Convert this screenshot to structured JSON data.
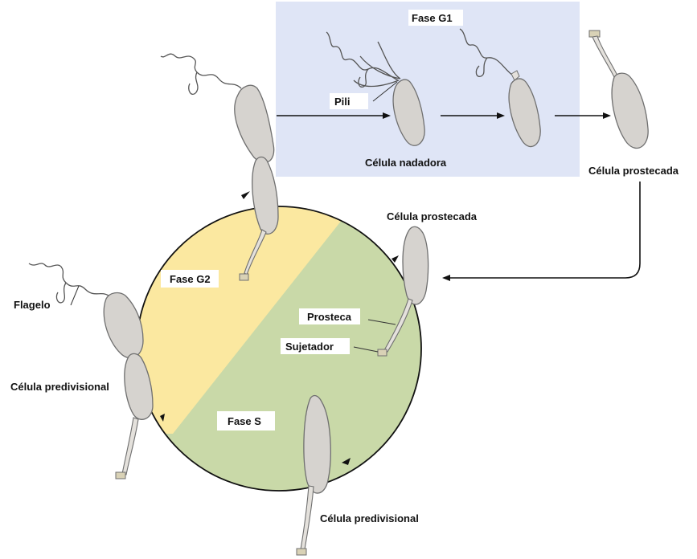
{
  "labels": {
    "g1_phase": "Fase G1",
    "pili": "Pili",
    "swarmer_cell": "Célula nadadora",
    "stalked_cell_top": "Célula prostecada",
    "stalked_cell_cycle": "Célula prostecada",
    "g2_phase": "Fase G2",
    "flagellum": "Flagelo",
    "predivisional_left": "Célula predivisional",
    "stalk": "Prosteca",
    "holdfast": "Sujetador",
    "s_phase": "Fase S",
    "predivisional_bottom": "Célula predivisional"
  },
  "colors": {
    "g1_band": "#dfe5f6",
    "g2_region": "#fbe8a0",
    "s_region": "#c9d9a8",
    "cell_fill": "#d6d3cf"
  }
}
